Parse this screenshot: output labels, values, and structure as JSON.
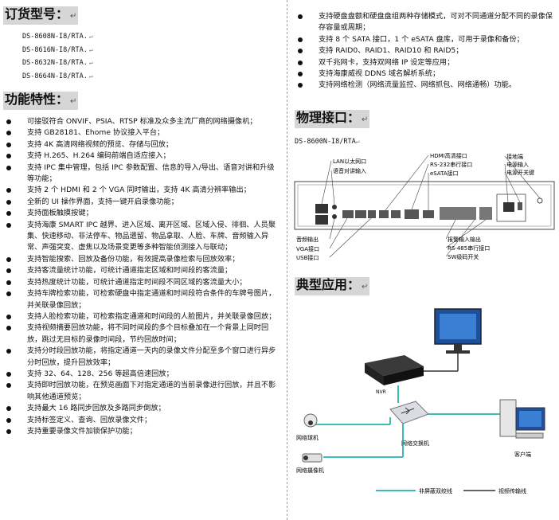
{
  "left": {
    "model_title": "订货型号：",
    "models": [
      "DS-8608N-I8/RTA.",
      "DS-8616N-I8/RTA.",
      "DS-8632N-I8/RTA.",
      "DS-8664N-I8/RTA."
    ],
    "features_title": "功能特性：",
    "features": [
      "可接驳符合 ONVIF、PSIA、RTSP 标准及众多主流厂商的网络摄像机；",
      "支持 GB28181、Ehome 协议接入平台；",
      "支持 4K 高清网络视频的预览、存储与回放；",
      "支持 H.265、H.264 编码前端自适应接入；",
      "支持 IPC 集中管理，包括 IPC 参数配置、信息的导入/导出、语音对讲和升级等功能；",
      "支持 2 个 HDMI 和 2 个 VGA 同时输出，支持 4K 高清分辨率输出；",
      "全新的 UI 操作界面，支持一键开启录像功能；",
      "支持面板触摸按键；",
      "支持海康 SMART IPC 越界、进入区域、离开区域、区域入侵、徘徊、人员聚集、快速移动、非法停车、物品遗留、物品拿取、人脸、车牌、音频输入异常、声强突变、虚焦以及场景变更等多种智能侦测接入与联动；",
      "支持智能搜索、回放及备份功能，有效提高录像检索与回放效率；",
      "支持客流量统计功能，可统计通道指定区域和时间段的客流量；",
      "支持热度统计功能，可统计通道指定时间段不同区域的客流量大小；",
      "支持车牌检索功能，可检索硬盘中指定通道和时间段符合条件的车牌号图片，并关联录像回放；",
      "支持人脸检索功能，可检索指定通道和时间段的人脸图片，并关联录像回放；",
      "支持视频摘要回放功能，将不同时间段的多个目标叠加在一个背景上同时回放，跳过无目标的录像时间段，节约回放时间；",
      "支持分时段回放功能，将指定通道一天内的录像文件分配至多个窗口进行异步分时回放，提升回放效率；",
      "支持 32、64、128、256 等超高倍速回放；",
      "支持即时回放功能，在预览画面下对指定通道的当前录像进行回放，并且不影响其他通道预览；",
      "支持最大 16 路同步回放及多路同步倒放；",
      "支持标签定义、查询、回放录像文件；",
      "支持重要录像文件加锁保护功能；"
    ]
  },
  "right": {
    "features": [
      "支持硬盘盘额和硬盘盘组两种存储模式，可对不同通道分配不同的录像保存容量或周期；",
      "支持 8 个 SATA 接口，1 个 eSATA 盘库，可用于录像和备份；",
      "支持 RAID0、RAID1、RAID10 和 RAID5；",
      "双千兆网卡，支持双网络 IP 设定等应用；",
      "支持海康威视 DDNS 域名解析系统；",
      "支持网络检测（网络流量监控、网络抓包、网络通畅）功能。"
    ],
    "interface_title": "物理接口：",
    "device_model": "DS-8600N-I8/RTA",
    "panel_labels_top": [
      "LAN以太网口",
      "语音对讲输入",
      "HDMI高清接口",
      "RS-232串行接口",
      "eSATA接口",
      "接地端",
      "电源输入",
      "电源开关键"
    ],
    "panel_labels_bottom": [
      "音频输出",
      "VGA接口",
      "USB接口",
      "报警输入输出",
      "RS-485串行接口",
      "SW级码开关"
    ],
    "application_title": "典型应用：",
    "app_labels": {
      "nvr": "NVR",
      "dome": "网络球机",
      "bullet": "网络摄像机",
      "switch": "网络交换机",
      "client": "客户端",
      "legend_utp": "非屏蔽双绞线",
      "legend_video": "视频传输线"
    },
    "colors": {
      "utp": "#00a99d",
      "video": "#333333"
    }
  },
  "glyph": "↵"
}
